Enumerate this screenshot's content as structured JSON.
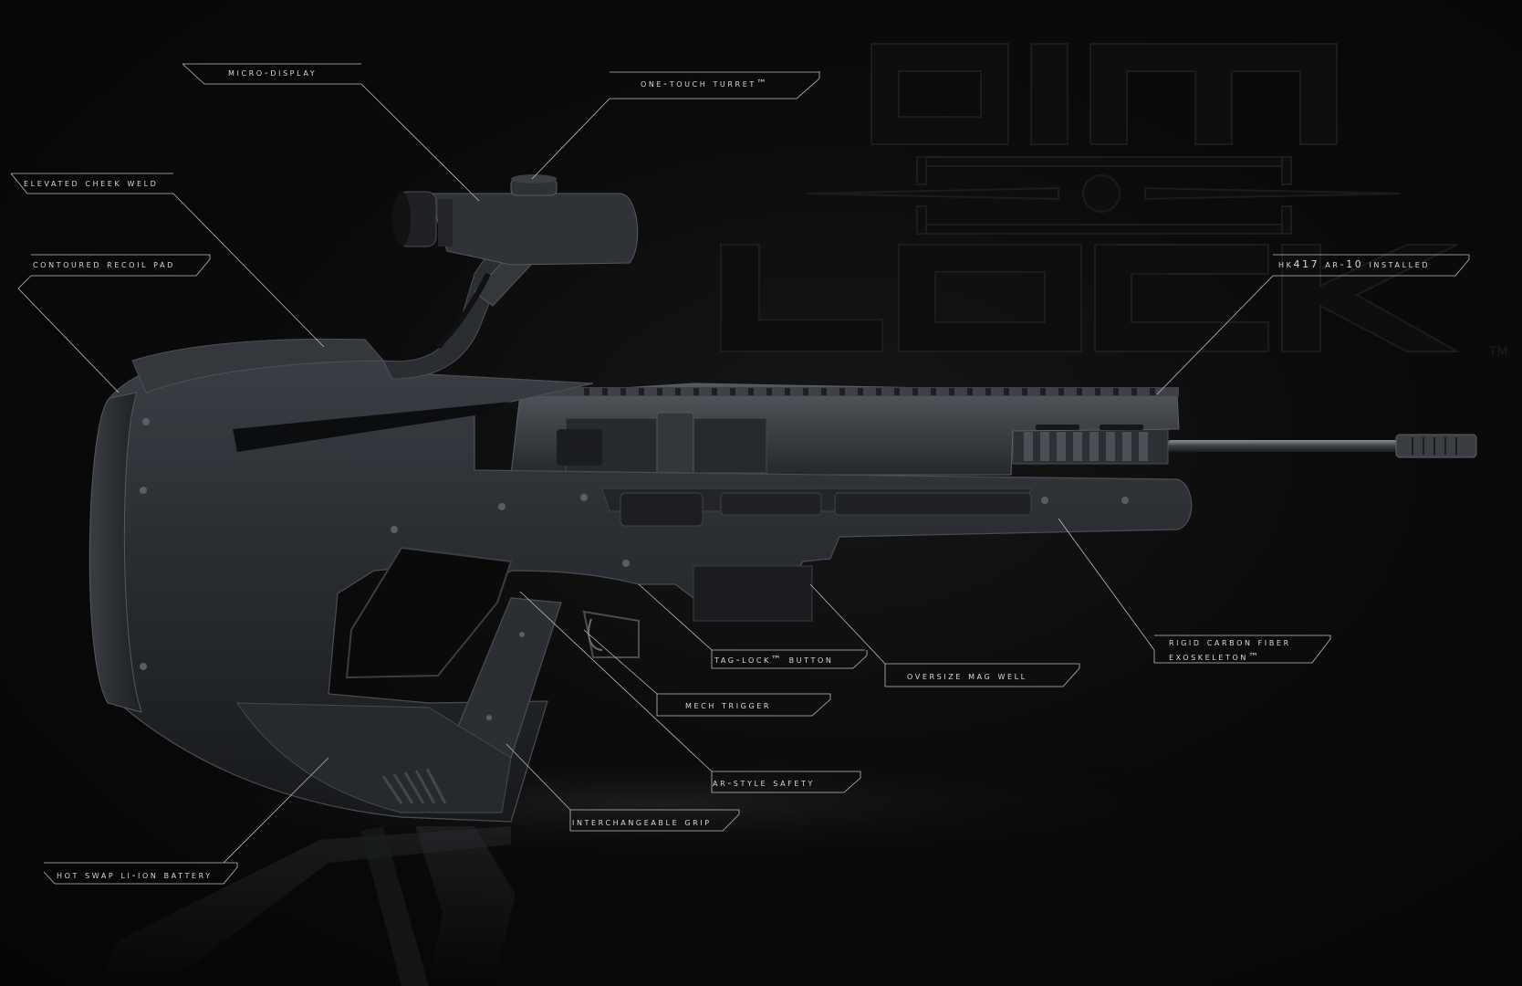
{
  "logo": {
    "line1": "aim",
    "line2": "LOCK",
    "trademark": "TM"
  },
  "callouts": [
    {
      "id": "micro-display",
      "text": "Micro-Display"
    },
    {
      "id": "one-touch-turret",
      "text": "One-Touch Turret™"
    },
    {
      "id": "elevated-cheek-weld",
      "text": "Elevated Cheek Weld"
    },
    {
      "id": "contoured-recoil-pad",
      "text": "Contoured Recoil Pad"
    },
    {
      "id": "hk417-installed",
      "text": "HK417 AR-10 Installed"
    },
    {
      "id": "rigid-carbon-fiber",
      "text": "Rigid Carbon Fiber",
      "text2": "Exoskeleton™"
    },
    {
      "id": "tag-lock-button",
      "text": "Tag-Lock™ Button"
    },
    {
      "id": "oversize-mag-well",
      "text": "Oversize Mag Well"
    },
    {
      "id": "mech-trigger",
      "text": "Mech Trigger"
    },
    {
      "id": "ar-style-safety",
      "text": "AR-Style Safety"
    },
    {
      "id": "interchangeable-grip",
      "text": "Interchangeable Grip"
    },
    {
      "id": "hot-swap-battery",
      "text": "Hot Swap Li-Ion Battery"
    }
  ],
  "colors": {
    "background": "#050505",
    "body": "#2a2d31",
    "label_text": "#d9d9d9",
    "leader_line": "#bdbdbd",
    "logo": "#101010"
  }
}
